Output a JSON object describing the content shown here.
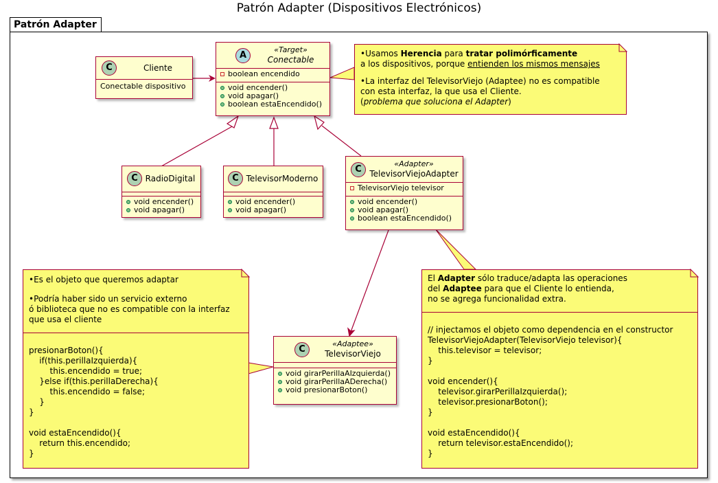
{
  "title": "Patrón Adapter (Dispositivos Electrónicos)",
  "package": {
    "name": "Patrón Adapter"
  },
  "classes": {
    "cliente": {
      "name": "Cliente",
      "icon": "C",
      "fields": [
        "Conectable dispositivo"
      ]
    },
    "conectable": {
      "name": "Conectable",
      "stereotype": "«Target»",
      "icon": "A",
      "fields": [
        "boolean encendido"
      ],
      "methods": [
        "void encender()",
        "void apagar()",
        "boolean estaEncendido()"
      ]
    },
    "radio": {
      "name": "RadioDigital",
      "icon": "C",
      "methods": [
        "void encender()",
        "void apagar()"
      ]
    },
    "tvmoderno": {
      "name": "TelevisorModerno",
      "icon": "C",
      "methods": [
        "void encender()",
        "void apagar()"
      ]
    },
    "adapter": {
      "name": "TelevisorViejoAdapter",
      "stereotype": "«Adapter»",
      "icon": "C",
      "fields": [
        "TelevisorViejo televisor"
      ],
      "methods": [
        "void encender()",
        "void apagar()",
        "boolean estaEncendido()"
      ]
    },
    "tvviejo": {
      "name": "TelevisorViejo",
      "stereotype": "«Adaptee»",
      "icon": "C",
      "methods": [
        "void girarPerillaAIzquierda()",
        "void girarPerillaADerecha()",
        "void presionarBoton()"
      ]
    }
  },
  "notes": {
    "top": {
      "b1_pre": "Usamos ",
      "b1_bold1": "Herencia",
      "b1_mid": " para ",
      "b1_bold2": "tratar polimórficamente",
      "b1_line2_pre": "a los dispositivos, porque ",
      "b1_line2_u": "entienden los mismos mensajes",
      "b2_line1": "La interfaz del TelevisorViejo (Adaptee) no es compatible",
      "b2_line2": "con esta interfaz, la que usa el Cliente.",
      "b2_line3_open": "(",
      "b2_line3_ital": "problema que soluciona el Adapter",
      "b2_line3_close": ")"
    },
    "left": {
      "b1": "Es el objeto que queremos adaptar",
      "b2_line1": "Podría haber sido un servicio externo",
      "b2_line2": "ó biblioteca que no es compatible con la interfaz",
      "b2_line3": "que usa el cliente",
      "code": "presionarBoton(){\n    if(this.perillaIzquierda){\n        this.encendido = true;\n    }else if(this.perillaDerecha){\n        this.encendido = false;\n    }\n}\n\nvoid estaEncendido(){\n    return this.encendido;\n}"
    },
    "right": {
      "l1_pre": "El ",
      "l1_bold": "Adapter",
      "l1_post": " sólo traduce/adapta las operaciones",
      "l2_pre": "del ",
      "l2_bold": "Adaptee",
      "l2_post": " para que el Cliente lo entienda,",
      "l3": "no se agrega funcionalidad extra.",
      "code": "// injectamos el objeto como dependencia en el constructor\nTelevisorViejoAdapter(TelevisorViejo televisor){\n    this.televisor = televisor;\n}\n\nvoid encender(){\n    televisor.girarPerillaIzquierda();\n    televisor.presionarBoton();\n}\n\nvoid estaEncendido(){\n    return televisor.estaEncendido();\n}"
    }
  },
  "colors": {
    "class_bg": "#FEFECE",
    "border": "#A80036",
    "note_bg": "#FBFB77",
    "class_circle": "#ADD1B2",
    "abstract_circle": "#A9DCDF"
  }
}
